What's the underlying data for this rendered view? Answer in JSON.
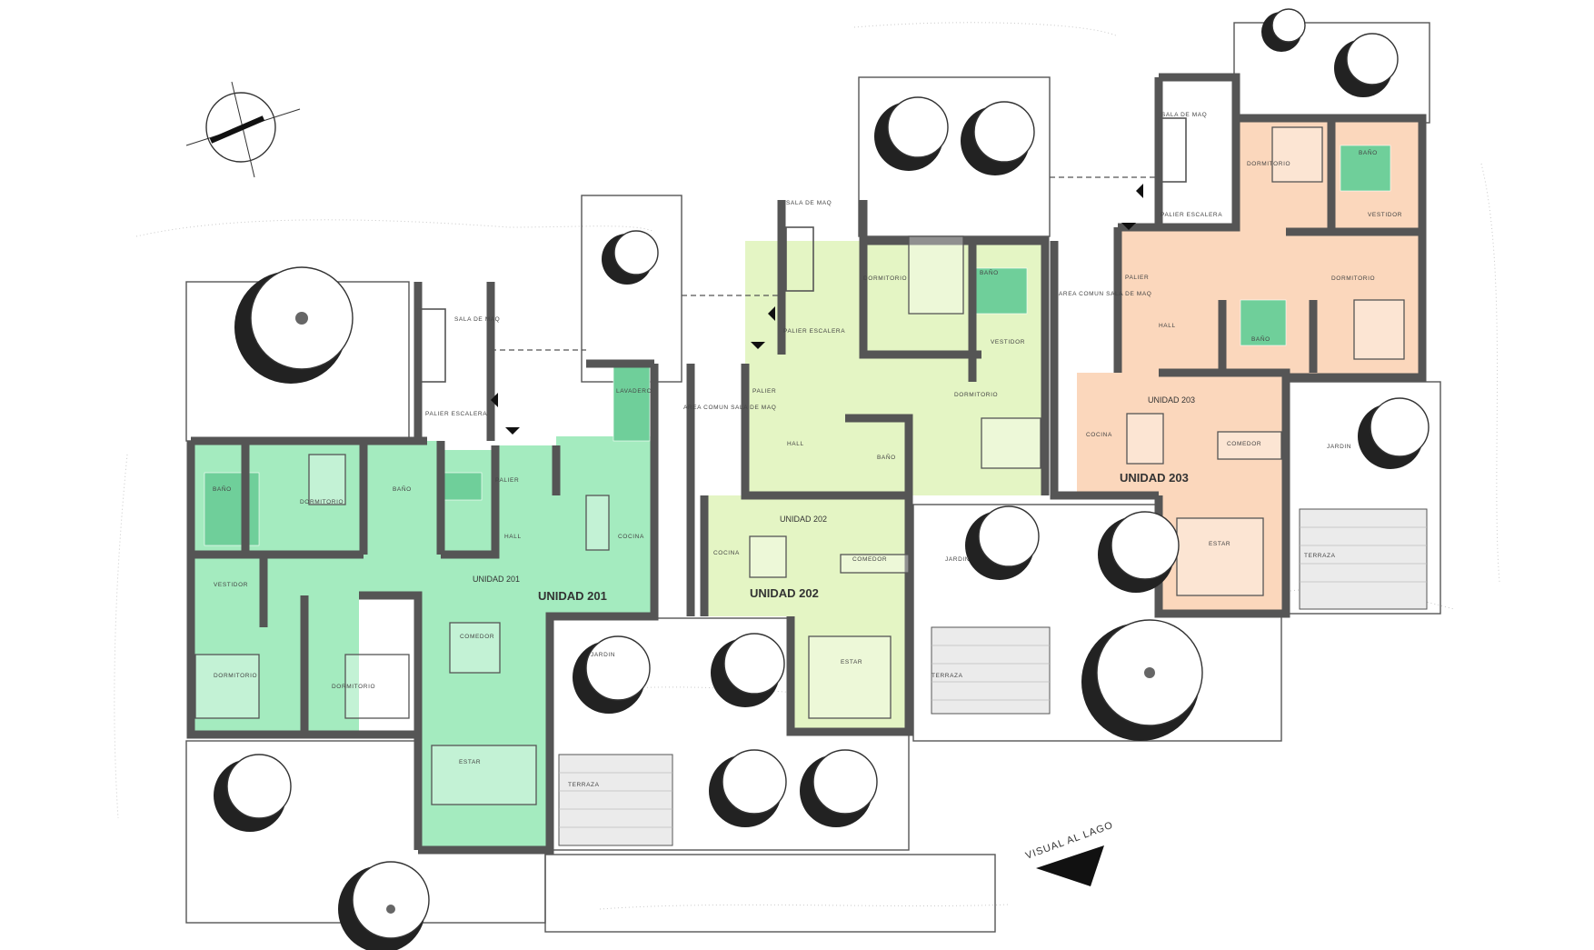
{
  "colors": {
    "unit_201": "#a4ebbf",
    "unit_202": "#e4f5c4",
    "unit_203": "#fbd7bc",
    "bath_tile": "#6fcf9a",
    "wall": "#555555"
  },
  "units": {
    "u201": {
      "title": "UNIDAD 201",
      "title_small": "UNIDAD 201"
    },
    "u202": {
      "title": "UNIDAD 202",
      "title_small": "UNIDAD 202"
    },
    "u203": {
      "title": "UNIDAD 203",
      "title_small": "UNIDAD 203"
    }
  },
  "rooms": {
    "dormitorio": "DORMITORIO",
    "bano": "BAÑO",
    "vestidor": "VESTIDOR",
    "cocina": "COCINA",
    "comedor": "COMEDOR",
    "estar": "ESTAR",
    "lavadero": "LAVADERO",
    "palier": "PALIER",
    "hall": "HALL",
    "sala_maq": "SALA DE MAQ",
    "palier_esc": "PALIER ESCALERA",
    "area_comun": "AREA COMUN SALA DE MAQ",
    "jardin": "JARDIN",
    "terraza": "TERRAZA"
  },
  "annotations": {
    "visual_al_lago": "VISUAL AL LAGO"
  },
  "icons": {
    "north": "north-arrow-icon",
    "visual": "visual-arrow-icon",
    "entry": "entry-arrow-icon"
  }
}
